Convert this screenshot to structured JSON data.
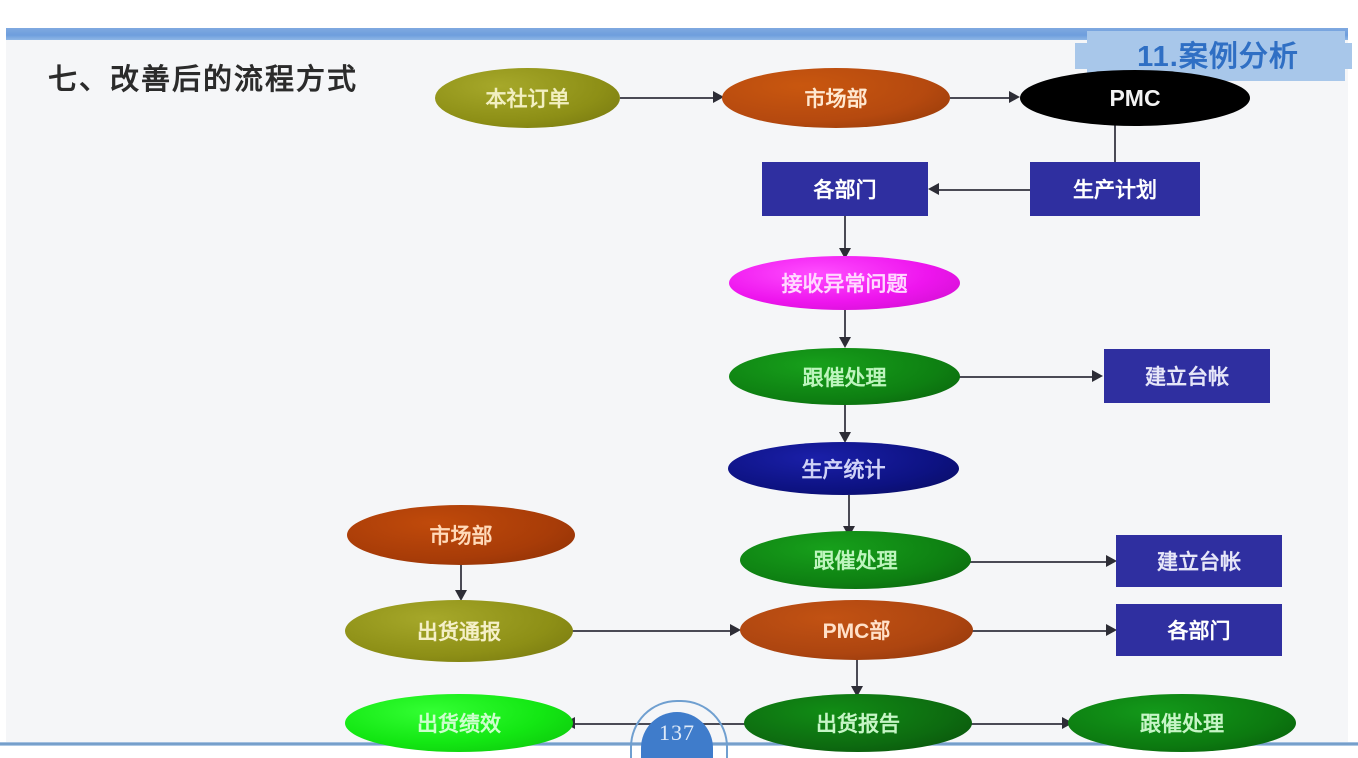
{
  "slide": {
    "title": "七、改善后的流程方式",
    "header_badge": "11.案例分析",
    "page_number": "137",
    "colors": {
      "badge_bg": "#a8c7ea",
      "badge_text": "#2f6fc4",
      "frame_bar": "#7fa9e0",
      "canvas_bg": "#f5f6f8",
      "connector": "#4a4a55"
    }
  },
  "nodes": [
    {
      "id": "benshe-dingdan",
      "label": "本社订单",
      "shape": "ellipse",
      "fill": "#8d8f16",
      "text_color": "#f2efc0"
    },
    {
      "id": "shichangbu-top",
      "label": "市场部",
      "shape": "ellipse",
      "fill": "#b5490f",
      "text_color": "#ffe8d0"
    },
    {
      "id": "pmc",
      "label": "PMC",
      "shape": "ellipse",
      "fill": "#000000",
      "text_color": "#f2f2f2"
    },
    {
      "id": "shengchan-jihua",
      "label": "生产计划",
      "shape": "rect",
      "fill": "#2f2fa0",
      "text_color": "#ffffff"
    },
    {
      "id": "gebumen-top",
      "label": "各部门",
      "shape": "rect",
      "fill": "#2f2fa0",
      "text_color": "#ffffff"
    },
    {
      "id": "jieshou-yichang",
      "label": "接收异常问题",
      "shape": "ellipse",
      "fill": "#ee15ee",
      "text_color": "#ffd8ff"
    },
    {
      "id": "genctui-1",
      "label": "跟催处理",
      "shape": "ellipse",
      "fill": "#0e8012",
      "text_color": "#bdf5bd"
    },
    {
      "id": "jianli-taizhang-1",
      "label": "建立台帐",
      "shape": "rect",
      "fill": "#2f2fa0",
      "text_color": "#e6e6f8"
    },
    {
      "id": "shengchan-tongji",
      "label": "生产统计",
      "shape": "ellipse",
      "fill": "#0d1282",
      "text_color": "#cfd2f7"
    },
    {
      "id": "genctui-2",
      "label": "跟催处理",
      "shape": "ellipse",
      "fill": "#0e8012",
      "text_color": "#bdf5bd"
    },
    {
      "id": "jianli-taizhang-2",
      "label": "建立台帐",
      "shape": "rect",
      "fill": "#2f2fa0",
      "text_color": "#e6e6f8"
    },
    {
      "id": "shichangbu-left",
      "label": "市场部",
      "shape": "ellipse",
      "fill": "#a83c08",
      "text_color": "#ffd9b8"
    },
    {
      "id": "chuhuo-tongbao",
      "label": "出货通报",
      "shape": "ellipse",
      "fill": "#8d8f16",
      "text_color": "#f5f0c8"
    },
    {
      "id": "pmc-bu",
      "label": "PMC部",
      "shape": "ellipse",
      "fill": "#ad4510",
      "text_color": "#ffe0c8"
    },
    {
      "id": "gebumen-bottom",
      "label": "各部门",
      "shape": "rect",
      "fill": "#2f2fa0",
      "text_color": "#ffffff"
    },
    {
      "id": "chuhuo-jixiao",
      "label": "出货绩效",
      "shape": "ellipse",
      "fill": "#13e713",
      "text_color": "#ccffcc"
    },
    {
      "id": "chuhuo-baogao",
      "label": "出货报告",
      "shape": "ellipse",
      "fill": "#0d6b10",
      "text_color": "#c6f5c6"
    },
    {
      "id": "genctui-3",
      "label": "跟催处理",
      "shape": "ellipse",
      "fill": "#0c7a10",
      "text_color": "#c6f5c6"
    }
  ],
  "connections": [
    {
      "from": "benshe-dingdan",
      "to": "shichangbu-top",
      "direction": "right"
    },
    {
      "from": "shichangbu-top",
      "to": "pmc",
      "direction": "right"
    },
    {
      "from": "pmc",
      "to": "shengchan-jihua",
      "direction": "down"
    },
    {
      "from": "shengchan-jihua",
      "to": "gebumen-top",
      "direction": "left"
    },
    {
      "from": "gebumen-top",
      "to": "jieshou-yichang",
      "direction": "down"
    },
    {
      "from": "jieshou-yichang",
      "to": "genctui-1",
      "direction": "down"
    },
    {
      "from": "genctui-1",
      "to": "jianli-taizhang-1",
      "direction": "right"
    },
    {
      "from": "genctui-1",
      "to": "shengchan-tongji",
      "direction": "down"
    },
    {
      "from": "shengchan-tongji",
      "to": "genctui-2",
      "direction": "down"
    },
    {
      "from": "genctui-2",
      "to": "jianli-taizhang-2",
      "direction": "right"
    },
    {
      "from": "shichangbu-left",
      "to": "chuhuo-tongbao",
      "direction": "down"
    },
    {
      "from": "chuhuo-tongbao",
      "to": "pmc-bu",
      "direction": "right"
    },
    {
      "from": "pmc-bu",
      "to": "gebumen-bottom",
      "direction": "right"
    },
    {
      "from": "pmc-bu",
      "to": "chuhuo-baogao",
      "direction": "down"
    },
    {
      "from": "chuhuo-baogao",
      "to": "chuhuo-jixiao",
      "direction": "left"
    },
    {
      "from": "chuhuo-baogao",
      "to": "genctui-3",
      "direction": "right"
    }
  ]
}
